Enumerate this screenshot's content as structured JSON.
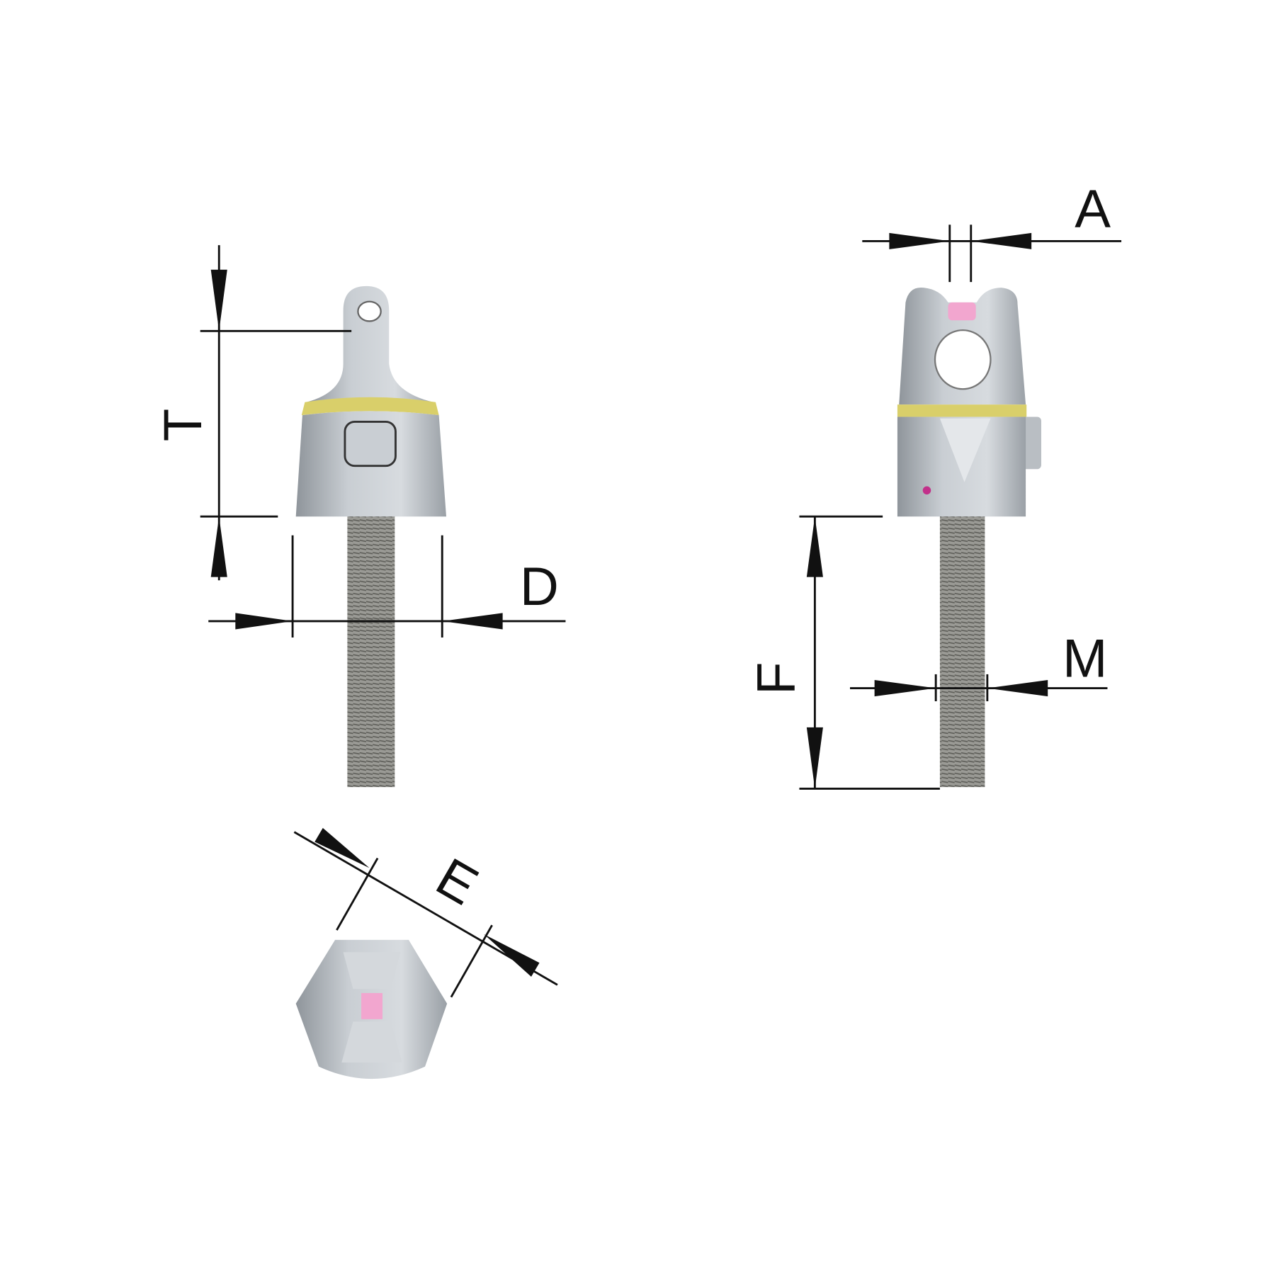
{
  "labels": {
    "T": "T",
    "D": "D",
    "A": "A",
    "M": "M",
    "F": "F",
    "E": "E"
  },
  "colors": {
    "metal": "#b9bec3",
    "metal_dark": "#8f959b",
    "ring": "#d9cf6a",
    "pin": "#f2a6cf",
    "thread": "#8a8a85"
  }
}
